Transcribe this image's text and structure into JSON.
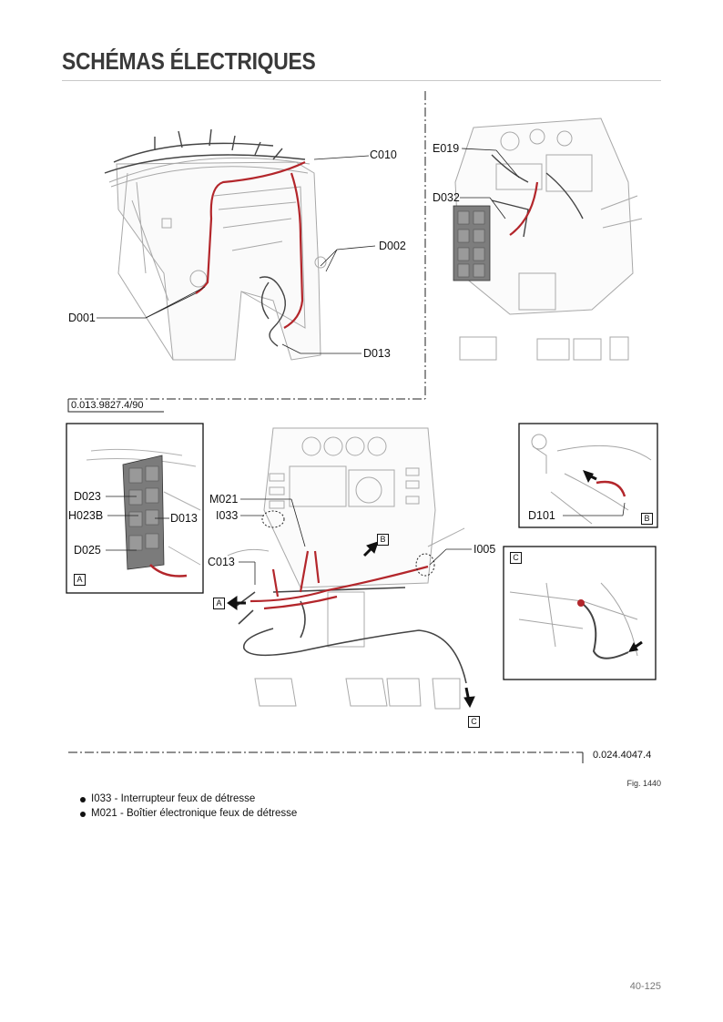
{
  "page": {
    "title": "SCHÉMAS ÉLECTRIQUES",
    "fig_label": "Fig. 1440",
    "page_number": "40-125"
  },
  "references": {
    "top": "0.013.9827.4/90",
    "bottom": "0.024.4047.4"
  },
  "callouts": {
    "cab": [
      "C010",
      "D002",
      "D001",
      "D013"
    ],
    "dash_top": [
      "E019",
      "D032"
    ],
    "detail_a": [
      "D023",
      "H023B",
      "D013",
      "D025"
    ],
    "main": [
      "M021",
      "I033",
      "C013",
      "I005"
    ],
    "detail_b": [
      "D101"
    ]
  },
  "view_markers": [
    "A",
    "B",
    "C"
  ],
  "legend": [
    "I033 - Interrupteur feux de détresse",
    "M021 - Boîtier électronique feux de détresse"
  ],
  "colors": {
    "harness_red": "#b3262b",
    "line_art": "#9a9a9a",
    "title": "#3a3a3a"
  }
}
